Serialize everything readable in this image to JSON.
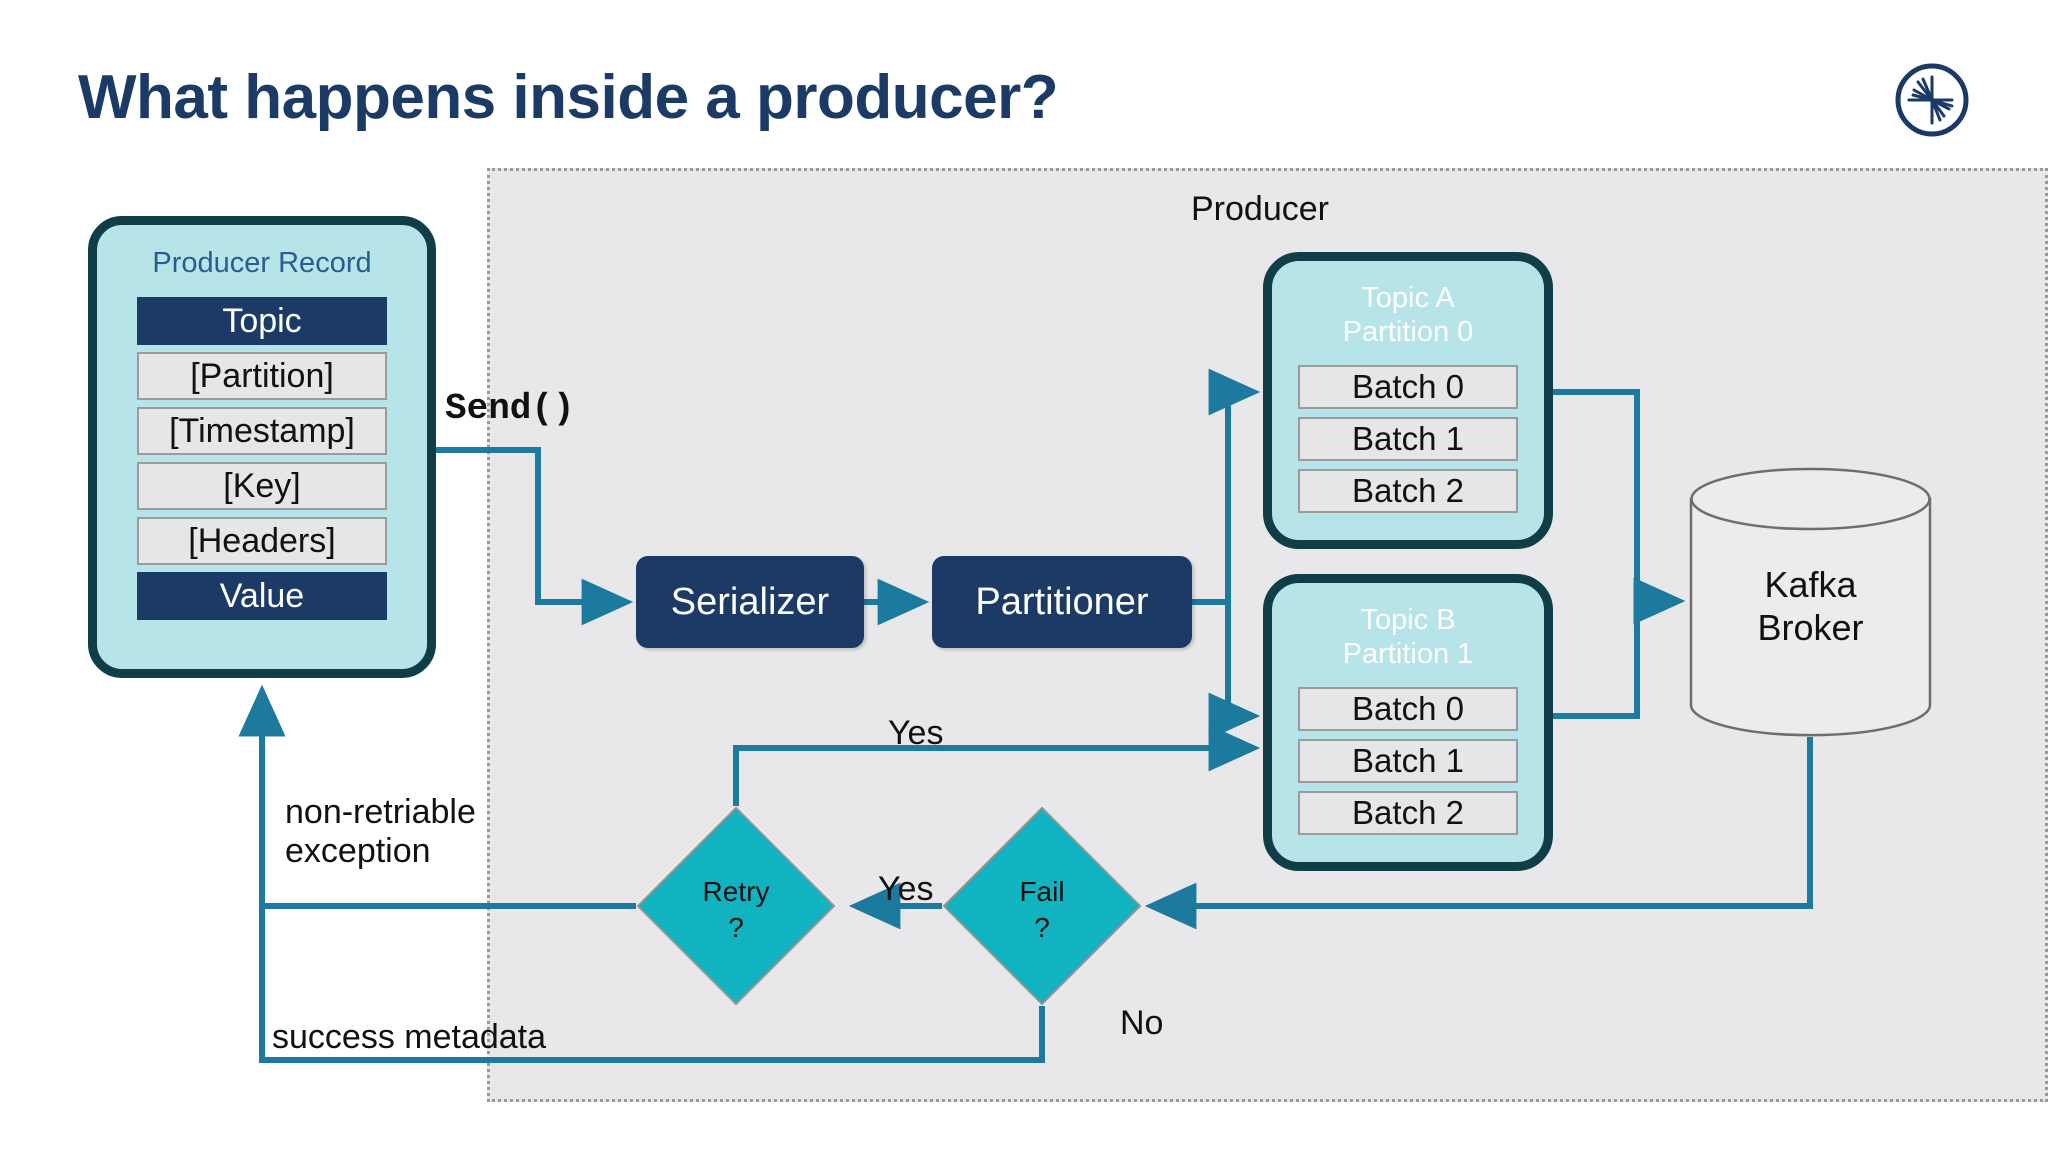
{
  "slide": {
    "title": "What happens inside a producer?",
    "logo": "confluent-starburst-logo"
  },
  "producer": {
    "label": "Producer"
  },
  "producer_record": {
    "title": "Producer Record",
    "fields": [
      {
        "label": "Topic",
        "accent": true
      },
      {
        "label": "[Partition]",
        "accent": false
      },
      {
        "label": "[Timestamp]",
        "accent": false
      },
      {
        "label": "[Key]",
        "accent": false
      },
      {
        "label": "[Headers]",
        "accent": false
      },
      {
        "label": "Value",
        "accent": true
      }
    ]
  },
  "send": {
    "label": "Send()"
  },
  "process": {
    "serializer": "Serializer",
    "partitioner": "Partitioner"
  },
  "topics": [
    {
      "name": "Topic A",
      "partition": "Partition 0",
      "title": "Topic A\nPartition 0",
      "batches": [
        "Batch 0",
        "Batch 1",
        "Batch 2"
      ]
    },
    {
      "name": "Topic B",
      "partition": "Partition 1",
      "title": "Topic B\nPartition 1",
      "batches": [
        "Batch 0",
        "Batch 1",
        "Batch 2"
      ]
    }
  ],
  "broker": {
    "label": "Kafka\nBroker",
    "line1": "Kafka",
    "line2": "Broker"
  },
  "decisions": [
    {
      "id": "retry",
      "label": "Retry\n?",
      "line1": "Retry",
      "line2": "?"
    },
    {
      "id": "fail",
      "label": "Fail\n?",
      "line1": "Fail",
      "line2": "?"
    }
  ],
  "edge_labels": {
    "yes_to_topic_b": "Yes",
    "yes_fail_to_retry": "Yes",
    "no_from_fail": "No",
    "non_retriable_exception": "non-retriable\nexception",
    "non_retriable_line1": "non-retriable",
    "non_retriable_line2": "exception",
    "success_metadata": "success metadata"
  },
  "colors": {
    "title_navy": "#1b3a66",
    "box_navy": "#1b3a66",
    "record_fill": "#b6e4e9",
    "record_border": "#0f3d48",
    "diamond_fill": "#10b3bf",
    "arrow_teal": "#1b7a9e",
    "producer_bg": "#e8e8ea",
    "row_gray": "#e6e6e6",
    "cylinder_fill": "#ececec",
    "cylinder_stroke": "#6e6e6e"
  }
}
